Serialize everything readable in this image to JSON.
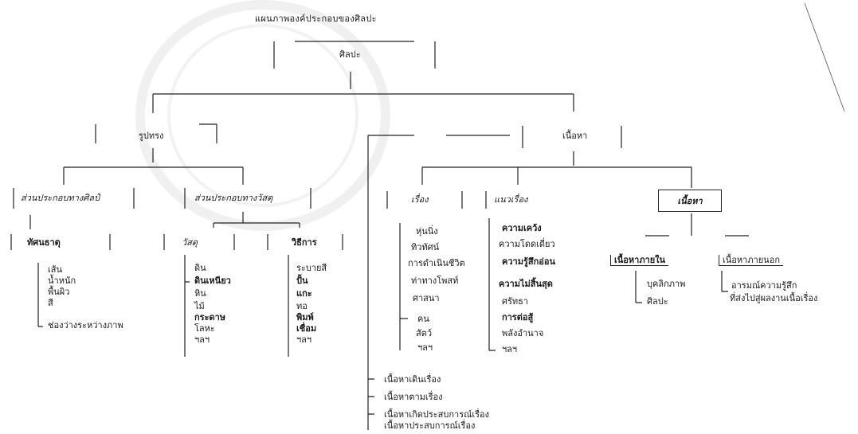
{
  "title": "แผนภาพองค์ประกอบของศิลปะ",
  "root": "ศิลปะ",
  "form": {
    "label": "รูปทรง",
    "visual_elements": {
      "label": "ส่วนประกอบทางศิลป์",
      "sub_label": "ทัศนธาตุ",
      "items": [
        "เส้น",
        "น้ำหนัก",
        "พื้นผิว",
        "สี",
        "ช่องว่างระหว่างภาพ"
      ]
    },
    "materials": {
      "label": "ส่วนประกอบทางวัสดุ",
      "kinds": {
        "label": "วัสดุ",
        "items": [
          "ดิน",
          "ดินเหนียว",
          "หิน",
          "ไม้",
          "กระดาษ",
          "โลหะ",
          "ฯลฯ"
        ]
      },
      "techniques": {
        "label": "วิธีการ",
        "items": [
          "ระบายสี",
          "ปั้น",
          "แกะ",
          "ทอ",
          "พิมพ์",
          "เชื่อม",
          "ฯลฯ"
        ]
      }
    }
  },
  "content": {
    "label": "เนื้อหา",
    "subject": {
      "label": "เรื่อง",
      "items": [
        "หุ่นนิ่ง",
        "ทิวทัศน์",
        "การดำเนินชีวิต",
        "ท่าทางโพสท์",
        "ศาสนา",
        "คน",
        "สัตว์",
        "ฯลฯ"
      ]
    },
    "theme": {
      "label": "แนวเรื่อง",
      "items": [
        "ความเคว้ง",
        "ความโดดเดี่ยว",
        "ความรู้สึกอ่อน",
        "ความไม่สิ้นสุด",
        "ศรัทธา",
        "การต่อสู้",
        "พลังอำนาจ",
        "ฯลฯ"
      ]
    },
    "substance": {
      "label": "เนื้อหา",
      "inner": {
        "label": "เนื้อหาภายใน",
        "items": [
          "บุคลิกภาพ",
          "ศิลปะ"
        ]
      },
      "outer": {
        "label": "เนื้อหาภายนอก",
        "items": [
          "อารมณ์ความรู้สึก",
          "ที่ส่งไปสู่ผลงานเนื้อเรื่อง"
        ]
      }
    },
    "types": [
      "เนื้อหาเดินเรื่อง",
      "เนื้อหาตามเรื่อง",
      "เนื้อหาเกิดประสบการณ์เรื่อง",
      "เนื้อหาประสบการณ์เรื่อง"
    ]
  }
}
